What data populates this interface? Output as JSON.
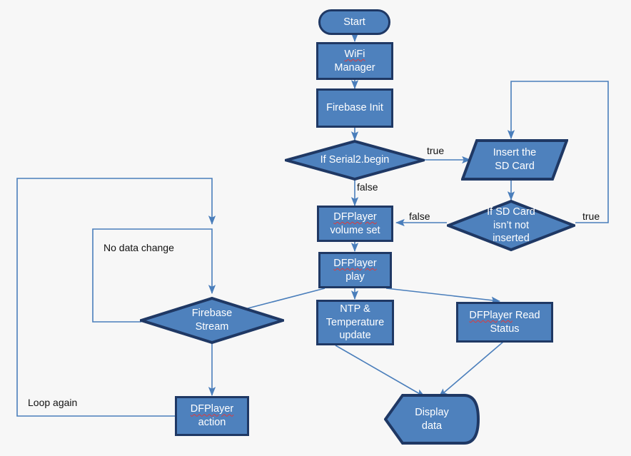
{
  "diagram": {
    "title": "ESP32 Firebase / DFPlayer flowchart",
    "background_color": "#f7f7f7",
    "node_fill": "#4E81BD",
    "node_border": "#1F3864",
    "edge_color": "#4a7ebb",
    "label_color": "#111111"
  },
  "nodes": {
    "start": {
      "label": "Start",
      "shape": "terminator"
    },
    "wifi_manager": {
      "label": "WiFi\nManager",
      "shape": "process",
      "spell_word": "WiFi"
    },
    "firebase_init": {
      "label": "Firebase Init",
      "shape": "process"
    },
    "if_serial2_begin": {
      "label": "If Serial2.begin",
      "shape": "decision"
    },
    "insert_sd_card": {
      "label": "Insert the\nSD Card",
      "shape": "data"
    },
    "if_sd_card": {
      "label": "If SD Card\nisn’t not\ninserted",
      "shape": "decision"
    },
    "dfplayer_volume_set": {
      "label": "DFPlayer\nvolume set",
      "shape": "process",
      "spell_word": "DFPlayer",
      "rest": "volume set"
    },
    "dfplayer_play": {
      "label": "DFPlayer\nplay",
      "shape": "process",
      "spell_word": "DFPlayer",
      "rest": "play"
    },
    "firebase_stream": {
      "label": "Firebase\nStream",
      "shape": "decision"
    },
    "ntp_temperature_update": {
      "label": "NTP &\nTemperature\nupdate",
      "shape": "process"
    },
    "dfplayer_read_status": {
      "label": "DFPlayer Read\nStatus",
      "shape": "process",
      "spell_word": "DFPlayer",
      "rest": " Read Status"
    },
    "display_data": {
      "label": "Display\ndata",
      "shape": "display"
    },
    "dfplayer_action": {
      "label": "DFPlayer\naction",
      "shape": "process",
      "spell_word": "DFPlayer",
      "rest": "action"
    }
  },
  "edge_labels": {
    "serial2_true": "true",
    "serial2_false": "false",
    "sd_false": "false",
    "sd_true": "true",
    "no_data_change": "No data change",
    "loop_again": "Loop again"
  }
}
